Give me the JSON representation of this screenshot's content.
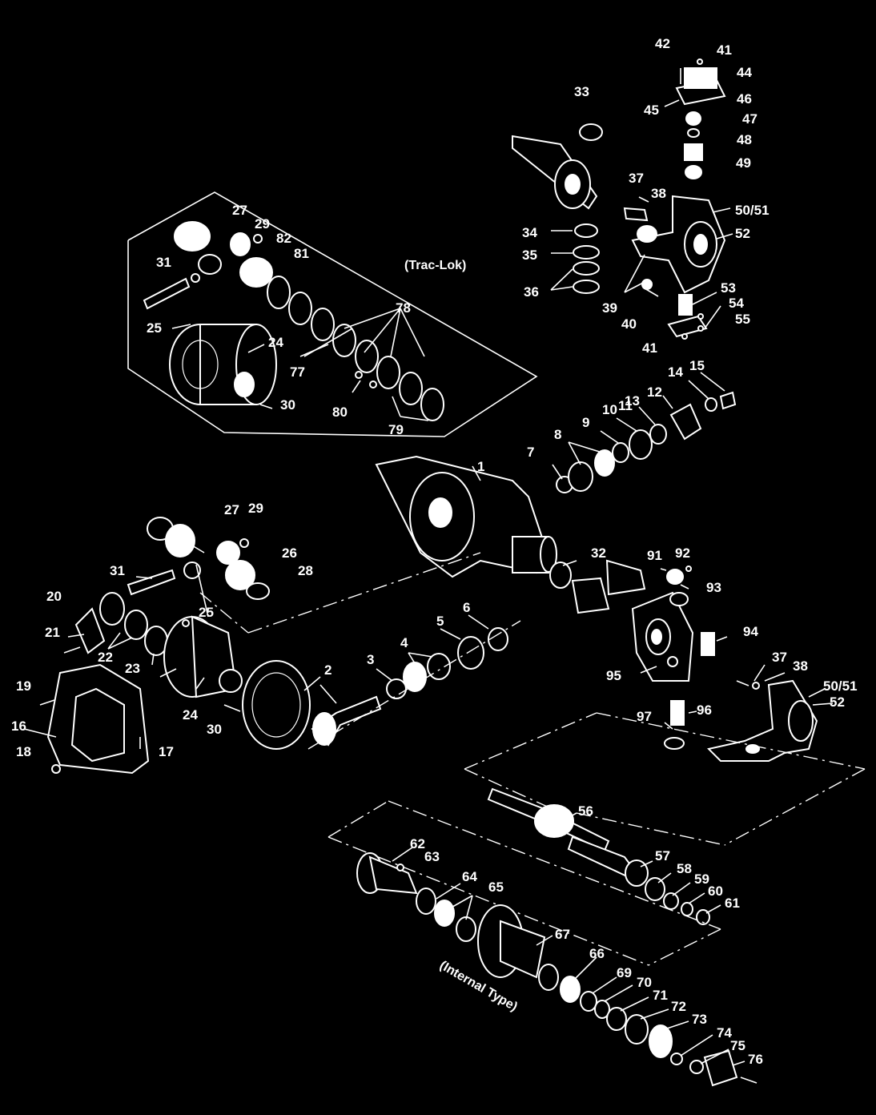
{
  "diagram": {
    "captions": {
      "trac_lok": "(Trac-Lok)",
      "internal_type": "(Internal Type)"
    },
    "callouts": [
      "1",
      "2",
      "3",
      "4",
      "5",
      "6",
      "7",
      "8",
      "9",
      "10",
      "11",
      "12",
      "13",
      "14",
      "15",
      "16",
      "17",
      "18",
      "19",
      "20",
      "21",
      "22",
      "23",
      "24",
      "25",
      "26",
      "27",
      "28",
      "29",
      "30",
      "31",
      "32",
      "33",
      "34",
      "35",
      "36",
      "37",
      "38",
      "39",
      "40",
      "41",
      "42",
      "44",
      "45",
      "46",
      "47",
      "48",
      "49",
      "50/51",
      "52",
      "53",
      "54",
      "55",
      "56",
      "57",
      "58",
      "59",
      "60",
      "61",
      "62",
      "63",
      "64",
      "65",
      "66",
      "67",
      "69",
      "70",
      "71",
      "72",
      "73",
      "74",
      "75",
      "76",
      "77",
      "78",
      "79",
      "80",
      "81",
      "82",
      "91",
      "92",
      "93",
      "94",
      "95",
      "96",
      "97"
    ],
    "colors": {
      "background": "#000000",
      "ink": "#ffffff"
    }
  }
}
